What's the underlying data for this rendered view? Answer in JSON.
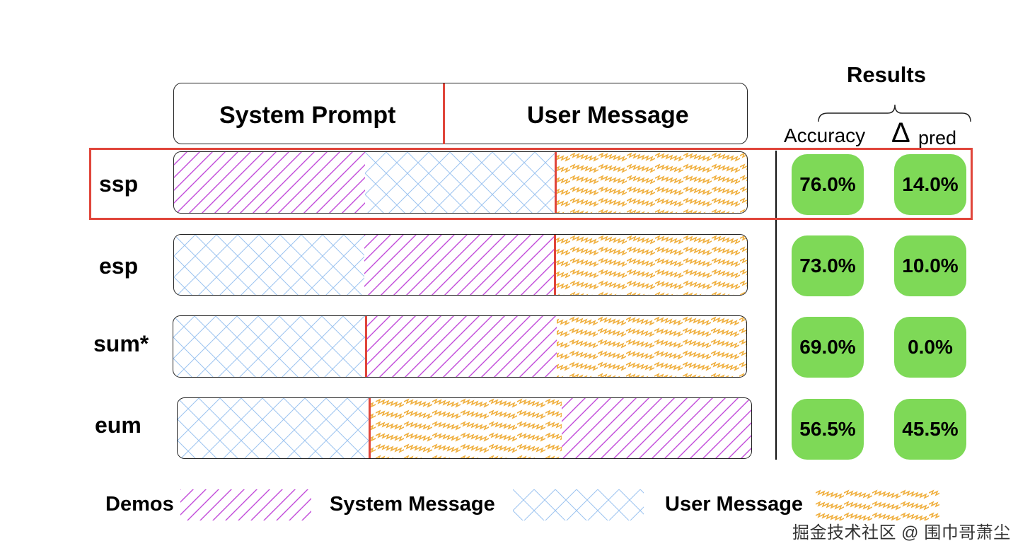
{
  "header": {
    "system_prompt": "System Prompt",
    "user_message": "User Message"
  },
  "results": {
    "title": "Results",
    "accuracy_label": "Accuracy",
    "delta_symbol": "Δ",
    "delta_subscript": "pred"
  },
  "rows": [
    {
      "label": "ssp",
      "accuracy": "76.0%",
      "delta": "14.0%",
      "segments": [
        "demos",
        "system",
        "user"
      ],
      "divider_after": 2
    },
    {
      "label": "esp",
      "accuracy": "73.0%",
      "delta": "10.0%",
      "segments": [
        "system",
        "demos",
        "user"
      ],
      "divider_after": 2
    },
    {
      "label": "sum*",
      "accuracy": "69.0%",
      "delta": "0.0%",
      "segments": [
        "system",
        "demos",
        "user"
      ],
      "divider_after": 1
    },
    {
      "label": "eum",
      "accuracy": "56.5%",
      "delta": "45.5%",
      "segments": [
        "system",
        "user",
        "demos"
      ],
      "divider_after": 1
    }
  ],
  "highlighted_row": 0,
  "legend": {
    "demos": "Demos",
    "system": "System Message",
    "user": "User Message"
  },
  "colors": {
    "demos": "#c14ad9",
    "system": "#9cc3f0",
    "user": "#f0b040",
    "divider": "#e0453a",
    "pill": "#7ed957"
  },
  "watermark": "掘金技术社区 @ 围巾哥萧尘"
}
